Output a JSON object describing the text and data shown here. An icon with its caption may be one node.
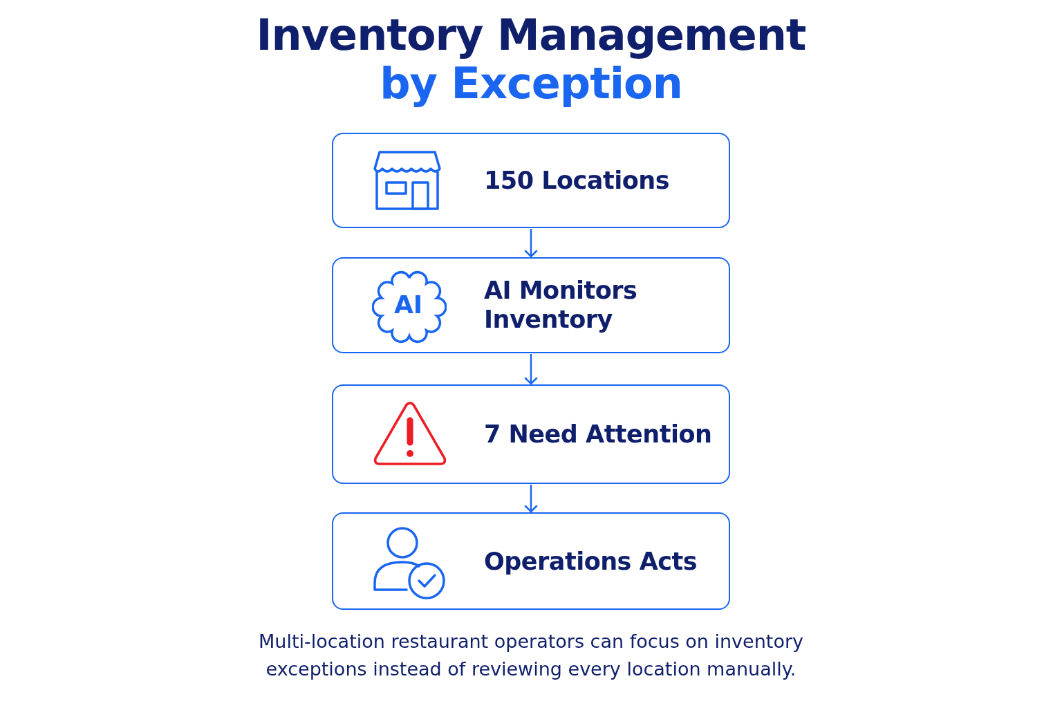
{
  "diagram": {
    "title": "Inventory Management",
    "labels": [
      "by Exception"
    ],
    "nodes": [
      {
        "text": [
          "150 Locations"
        ]
      },
      {
        "text": [
          "AI",
          "AI Monitors Inventory"
        ]
      },
      {
        "text": [
          "7 Need Attention"
        ]
      },
      {
        "text": [
          "Operations Acts"
        ]
      }
    ],
    "edges": [
      {
        "from": 0,
        "to": 1,
        "arrow": "to"
      },
      {
        "from": 1,
        "to": 2,
        "arrow": "to"
      },
      {
        "from": 2,
        "to": 3,
        "arrow": "to"
      }
    ],
    "caption": "Multi-location restaurant operators can focus on inventory exceptions instead of reviewing every location manually."
  }
}
